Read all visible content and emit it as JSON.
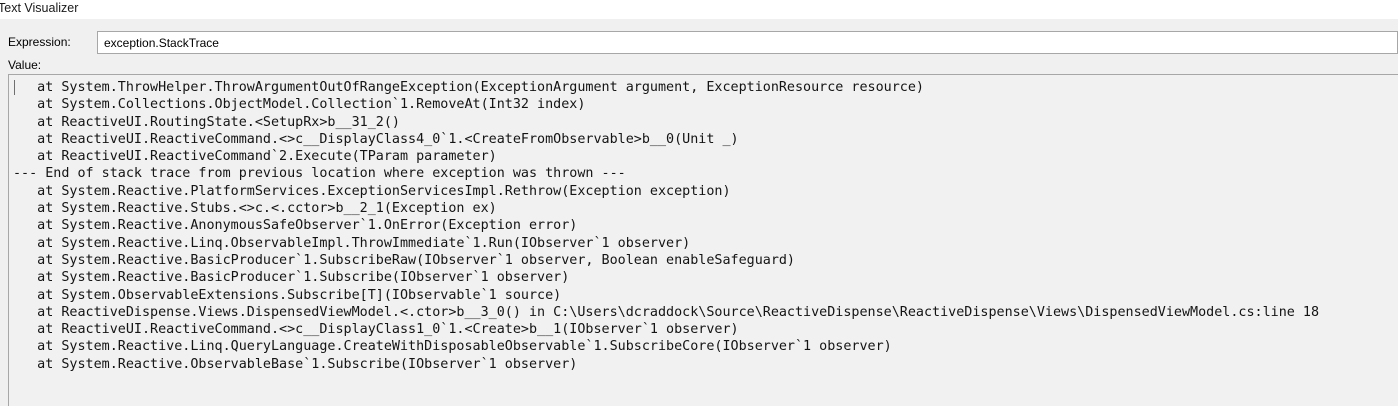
{
  "window": {
    "title": "Text Visualizer"
  },
  "expression": {
    "label": "Expression:",
    "value": "exception.StackTrace"
  },
  "value": {
    "label": "Value:",
    "lines": [
      "   at System.ThrowHelper.ThrowArgumentOutOfRangeException(ExceptionArgument argument, ExceptionResource resource)",
      "   at System.Collections.ObjectModel.Collection`1.RemoveAt(Int32 index)",
      "   at ReactiveUI.RoutingState.<SetupRx>b__31_2()",
      "   at ReactiveUI.ReactiveCommand.<>c__DisplayClass4_0`1.<CreateFromObservable>b__0(Unit _)",
      "   at ReactiveUI.ReactiveCommand`2.Execute(TParam parameter)",
      "--- End of stack trace from previous location where exception was thrown ---",
      "   at System.Reactive.PlatformServices.ExceptionServicesImpl.Rethrow(Exception exception)",
      "   at System.Reactive.Stubs.<>c.<.cctor>b__2_1(Exception ex)",
      "   at System.Reactive.AnonymousSafeObserver`1.OnError(Exception error)",
      "   at System.Reactive.Linq.ObservableImpl.ThrowImmediate`1.Run(IObserver`1 observer)",
      "   at System.Reactive.BasicProducer`1.SubscribeRaw(IObserver`1 observer, Boolean enableSafeguard)",
      "   at System.Reactive.BasicProducer`1.Subscribe(IObserver`1 observer)",
      "   at System.ObservableExtensions.Subscribe[T](IObservable`1 source)",
      "   at ReactiveDispense.Views.DispensedViewModel.<.ctor>b__3_0() in C:\\Users\\dcraddock\\Source\\ReactiveDispense\\ReactiveDispense\\Views\\DispensedViewModel.cs:line 18",
      "   at ReactiveUI.ReactiveCommand.<>c__DisplayClass1_0`1.<Create>b__1(IObserver`1 observer)",
      "   at System.Reactive.Linq.QueryLanguage.CreateWithDisposableObservable`1.SubscribeCore(IObserver`1 observer)",
      "   at System.Reactive.ObservableBase`1.Subscribe(IObserver`1 observer)"
    ]
  },
  "colors": {
    "dialog_background": "#f0f0f0",
    "titlebar_background": "#ffffff",
    "field_background": "#ffffff",
    "value_background": "#f1f1f1",
    "border": "#a7a7a7",
    "text": "#141414"
  }
}
